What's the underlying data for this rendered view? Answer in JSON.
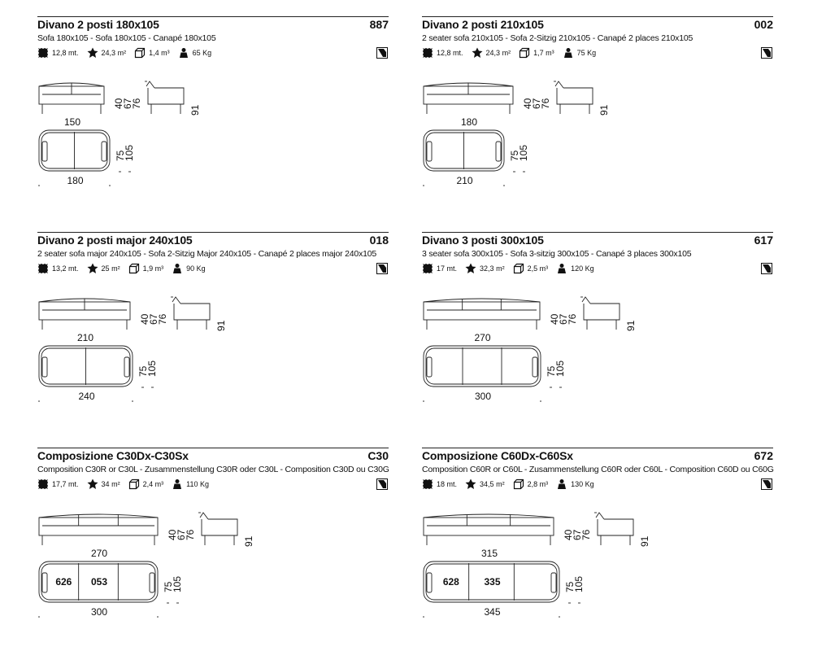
{
  "panels": [
    {
      "title": "Divano 2 posti 180x105",
      "code": "887",
      "subtitle": "Sofa 180x105 - Sofa 180x105 - Canapé 180x105",
      "specs": {
        "length": "12,8",
        "length_unit": "mt.",
        "area": "24,3",
        "area_unit": "m²",
        "volume": "1,4",
        "volume_unit": "m³",
        "weight": "65",
        "weight_unit": "Kg"
      },
      "dims": {
        "front_width": "150",
        "top_width": "180",
        "h1": "40",
        "h2": "67",
        "h3": "76",
        "side_depth": "91",
        "d1": "75",
        "d2": "105"
      },
      "modules": 2,
      "module_labels": []
    },
    {
      "title": "Divano 2 posti 210x105",
      "code": "002",
      "subtitle": "2 seater sofa 210x105 - Sofa 2-Sitzig 210x105 - Canapé 2 places 210x105",
      "specs": {
        "length": "12,8",
        "length_unit": "mt.",
        "area": "24,3",
        "area_unit": "m²",
        "volume": "1,7",
        "volume_unit": "m³",
        "weight": "75",
        "weight_unit": "Kg"
      },
      "dims": {
        "front_width": "180",
        "top_width": "210",
        "h1": "40",
        "h2": "67",
        "h3": "76",
        "side_depth": "91",
        "d1": "75",
        "d2": "105"
      },
      "modules": 2,
      "module_labels": []
    },
    {
      "title": "Divano 2 posti major 240x105",
      "code": "018",
      "subtitle": "2 seater sofa major 240x105 - Sofa 2-Sitzig Major 240x105 - Canapé 2 places major 240x105",
      "specs": {
        "length": "13,2",
        "length_unit": "mt.",
        "area": "25",
        "area_unit": "m²",
        "volume": "1,9",
        "volume_unit": "m³",
        "weight": "90",
        "weight_unit": "Kg"
      },
      "dims": {
        "front_width": "210",
        "top_width": "240",
        "h1": "40",
        "h2": "67",
        "h3": "76",
        "side_depth": "91",
        "d1": "75",
        "d2": "105"
      },
      "modules": 2,
      "module_labels": []
    },
    {
      "title": "Divano 3 posti 300x105",
      "code": "617",
      "subtitle": "3 seater sofa 300x105 - Sofa 3-sitzig 300x105 - Canapé 3 places 300x105",
      "specs": {
        "length": "17",
        "length_unit": "mt.",
        "area": "32,3",
        "area_unit": "m²",
        "volume": "2,5",
        "volume_unit": "m³",
        "weight": "120",
        "weight_unit": "Kg"
      },
      "dims": {
        "front_width": "270",
        "top_width": "300",
        "h1": "40",
        "h2": "67",
        "h3": "76",
        "side_depth": "91",
        "d1": "75",
        "d2": "105"
      },
      "modules": 3,
      "module_labels": []
    },
    {
      "title": "Composizione C30Dx-C30Sx",
      "code": "C30",
      "subtitle": "Composition C30R or C30L - Zusammenstellung C30R oder C30L - Composition C30D ou C30G",
      "specs": {
        "length": "17,7",
        "length_unit": "mt.",
        "area": "34",
        "area_unit": "m²",
        "volume": "2,4",
        "volume_unit": "m³",
        "weight": "110",
        "weight_unit": "Kg"
      },
      "dims": {
        "front_width": "270",
        "top_width": "300",
        "h1": "40",
        "h2": "67",
        "h3": "76",
        "side_depth": "91",
        "d1": "75",
        "d2": "105"
      },
      "modules": 3,
      "module_labels": [
        "626",
        "053"
      ]
    },
    {
      "title": "Composizione C60Dx-C60Sx",
      "code": "672",
      "subtitle": "Composition C60R or C60L - Zusammenstellung C60R oder C60L - Composition C60D ou C60G",
      "specs": {
        "length": "18",
        "length_unit": "mt.",
        "area": "34,5",
        "area_unit": "m²",
        "volume": "2,8",
        "volume_unit": "m³",
        "weight": "130",
        "weight_unit": "Kg"
      },
      "dims": {
        "front_width": "315",
        "top_width": "345",
        "h1": "40",
        "h2": "67",
        "h3": "76",
        "side_depth": "91",
        "d1": "75",
        "d2": "105"
      },
      "modules": 3,
      "module_labels": [
        "628",
        "335"
      ]
    }
  ]
}
